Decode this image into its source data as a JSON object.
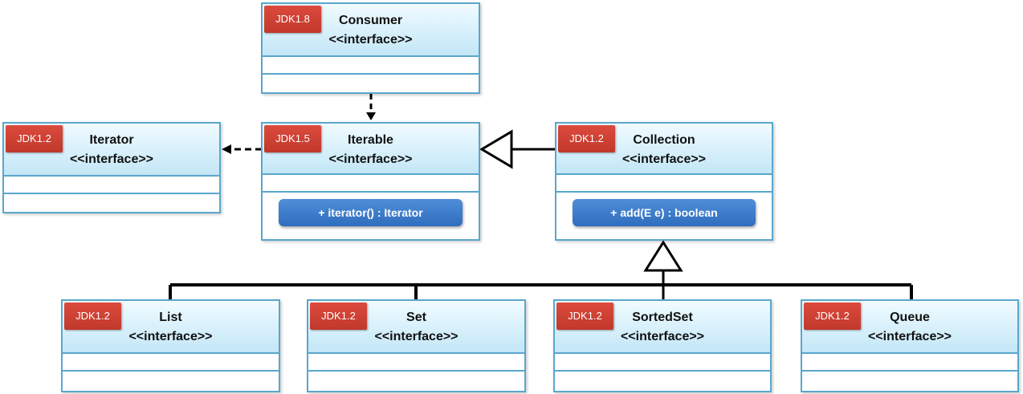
{
  "classes": {
    "consumer": {
      "jdk": "JDK1.8",
      "name": "Consumer",
      "stereotype": "<<interface>>"
    },
    "iterator": {
      "jdk": "JDK1.2",
      "name": "Iterator",
      "stereotype": "<<interface>>"
    },
    "iterable": {
      "jdk": "JDK1.5",
      "name": "Iterable",
      "stereotype": "<<interface>>",
      "method": "+ iterator() : Iterator"
    },
    "collection": {
      "jdk": "JDK1.2",
      "name": "Collection",
      "stereotype": "<<interface>>",
      "method": "+ add(E e) : boolean"
    },
    "list": {
      "jdk": "JDK1.2",
      "name": "List",
      "stereotype": "<<interface>>"
    },
    "set": {
      "jdk": "JDK1.2",
      "name": "Set",
      "stereotype": "<<interface>>"
    },
    "sortedset": {
      "jdk": "JDK1.2",
      "name": "SortedSet",
      "stereotype": "<<interface>>"
    },
    "queue": {
      "jdk": "JDK1.2",
      "name": "Queue",
      "stereotype": "<<interface>>"
    }
  },
  "colors": {
    "border": "#5aa6cc",
    "header_gradient": "#c3e6f6",
    "jdk_tag": "#c0392b",
    "method_button": "#2f6dbe",
    "connector": "#000000"
  }
}
